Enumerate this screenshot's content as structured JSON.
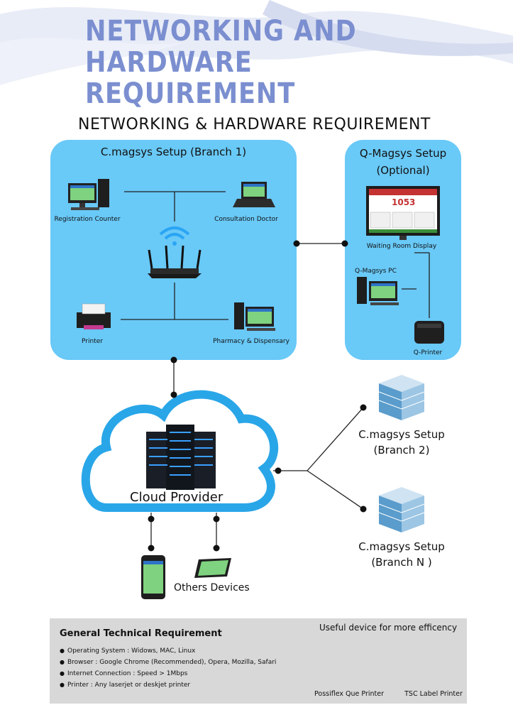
{
  "header": {
    "banner_title": "NETWORKING AND HARDWARE REQUIREMENT",
    "subtitle": "NETWORKING & HARDWARE REQUIREMENT"
  },
  "branch1": {
    "title": "C.magsys Setup (Branch 1)",
    "nodes": {
      "registration": "Registration Counter",
      "consultation": "Consultation Doctor",
      "printer": "Printer",
      "pharmacy": "Pharmacy & Dispensary"
    }
  },
  "qmagsys": {
    "title_line1": "Q-Magsys Setup",
    "title_line2": "(Optional)",
    "display_label": "Waiting Room Display",
    "pc_label": "Q-Magsys PC",
    "printer_label": "Q-Printer",
    "screen_number": "1053"
  },
  "cloud": {
    "label": "Cloud Provider"
  },
  "branches": {
    "branch2_line1": "C.magsys Setup",
    "branch2_line2": "(Branch 2)",
    "branchn_line1": "C.magsys Setup",
    "branchn_line2": "(Branch N )"
  },
  "devices": {
    "label": "Others Devices"
  },
  "requirements": {
    "title": "General Technical Requirement",
    "items": [
      "Operating System : Widows, MAC, Linux",
      "Browser : Google Chrome (Recommended), Opera, Mozilla, Safari",
      "Internet Connection : Speed > 1Mbps",
      "Printer : Any laserjet or deskjet printer"
    ],
    "useful_title": "Useful device for more efficency",
    "printer1": "Possiflex Que Printer",
    "printer2": "TSC Label Printer"
  },
  "colors": {
    "panel": "#69c9f7",
    "title": "#7b8fd0",
    "cloud_fill": "#ffffff",
    "cloud_stroke": "#29a6e8"
  }
}
